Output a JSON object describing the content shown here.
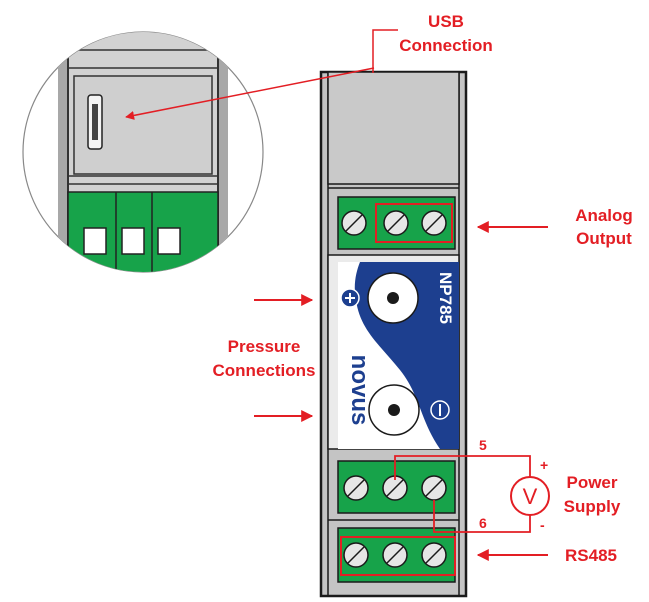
{
  "labels": {
    "usb_line1": "USB",
    "usb_line2": "Connection",
    "analog_line1": "Analog",
    "analog_line2": "Output",
    "pressure_line1": "Pressure",
    "pressure_line2": "Connections",
    "power_line1": "Power",
    "power_line2": "Supply",
    "rs485": "RS485",
    "terminal_5": "5",
    "terminal_6": "6",
    "voltmeter": "V",
    "plus_sign": "+",
    "minus_sign": "-"
  },
  "device": {
    "model": "NP785",
    "brand": "novus"
  },
  "colors": {
    "callout_red": "#e31e24",
    "terminal_green": "#17a34a",
    "panel_blue": "#1d3f8f",
    "housing_gray": "#c4c4c4",
    "outline": "#1a1a1a"
  }
}
